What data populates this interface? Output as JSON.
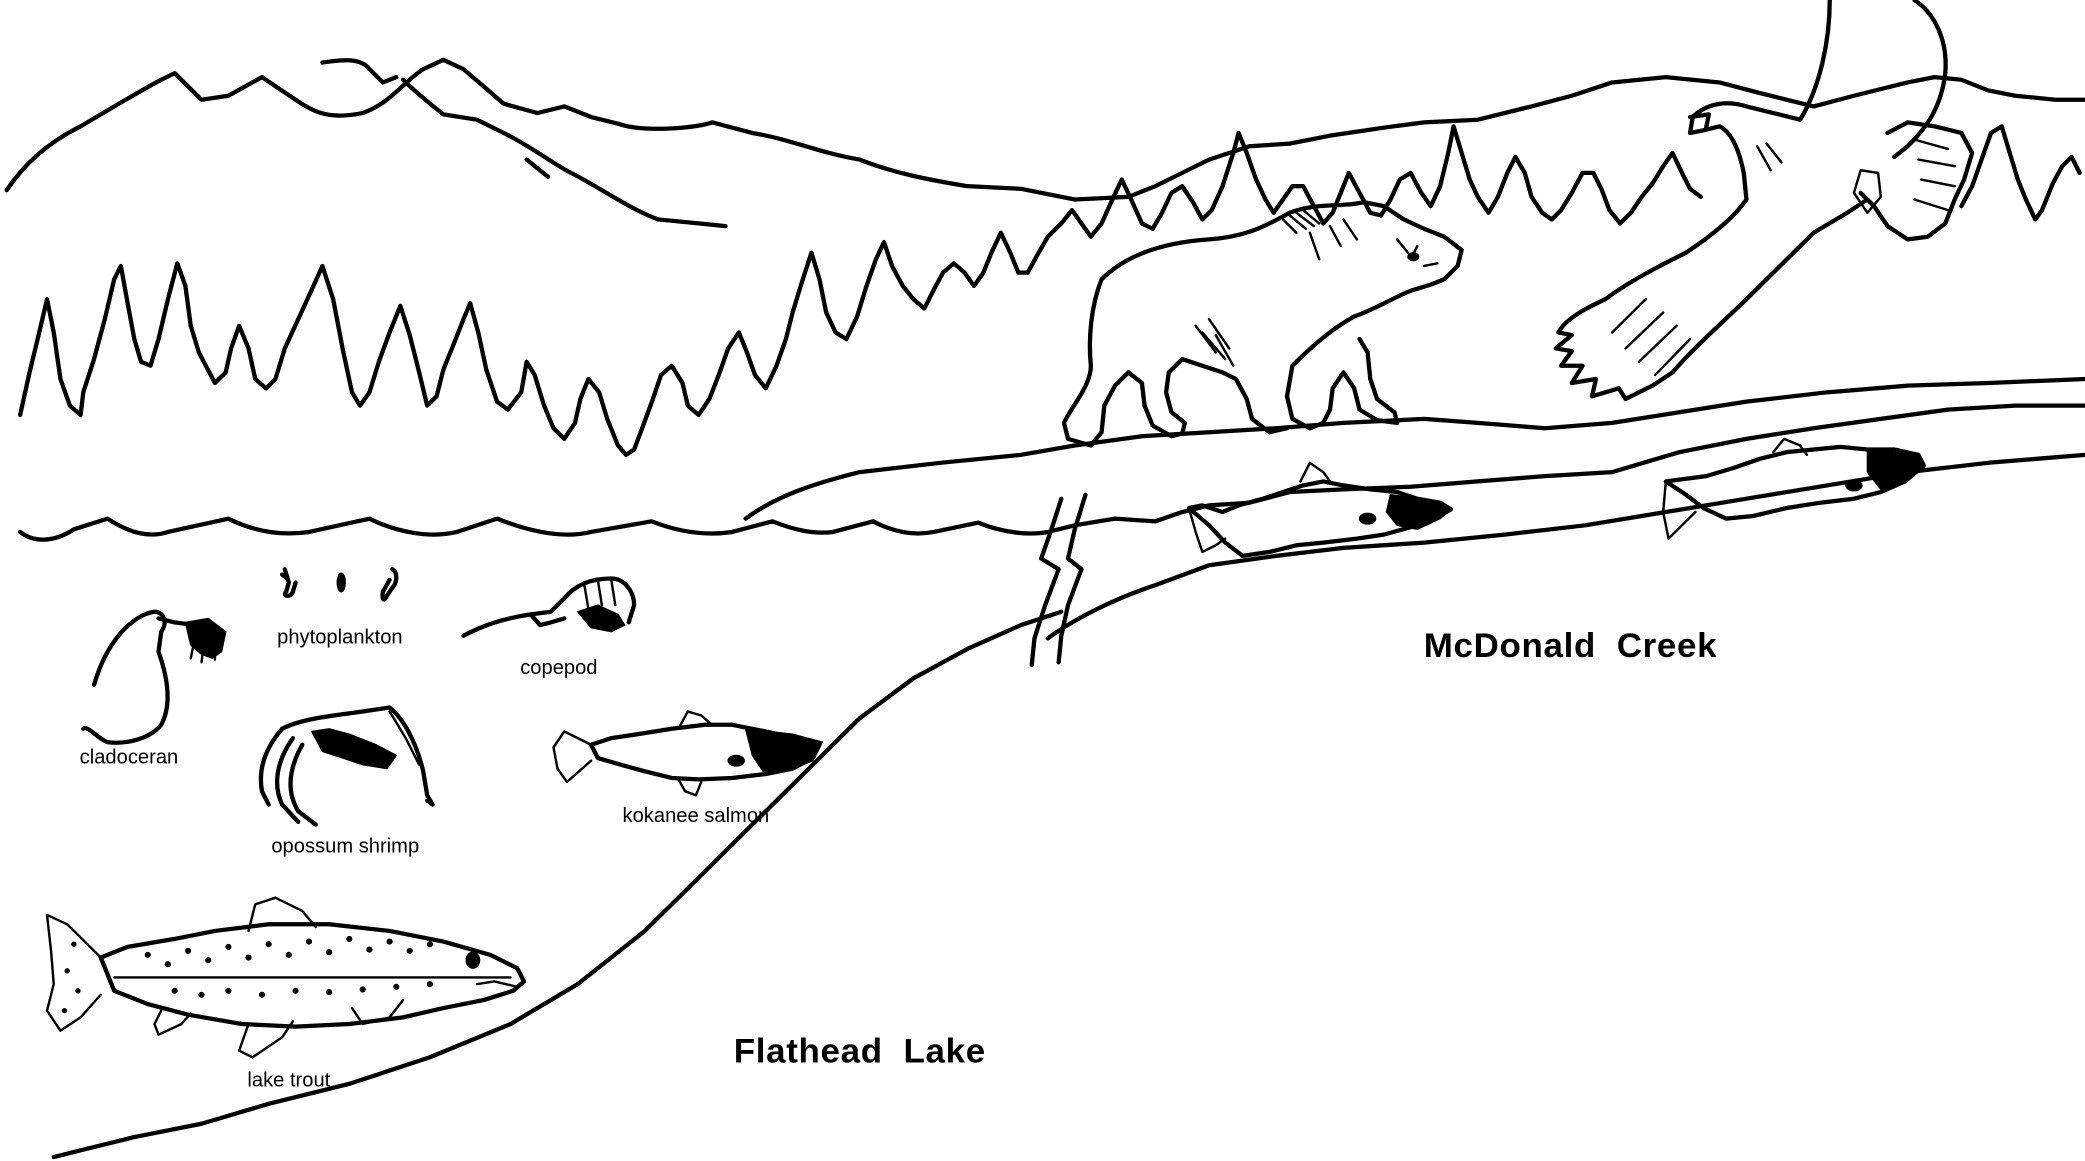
{
  "title": "Flathead Lake and McDonald Creek food web illustration",
  "regions": {
    "lake": "Flathead  Lake",
    "creek": "McDonald  Creek"
  },
  "organisms": {
    "phytoplankton": "phytoplankton",
    "copepod": "copepod",
    "cladoceran": "cladoceran",
    "opossum_shrimp": "opossum shrimp",
    "kokanee_salmon": "kokanee salmon",
    "lake_trout": "lake trout"
  },
  "scene_elements": {
    "background": [
      "mountains",
      "conifer-forest"
    ],
    "animals_above_water": [
      "grizzly bear",
      "bald eagle"
    ],
    "animals_in_creek": [
      "spawning kokanee salmon",
      "spawning kokanee salmon"
    ]
  },
  "colors": {
    "ink": "#000000",
    "paper": "#ffffff"
  }
}
